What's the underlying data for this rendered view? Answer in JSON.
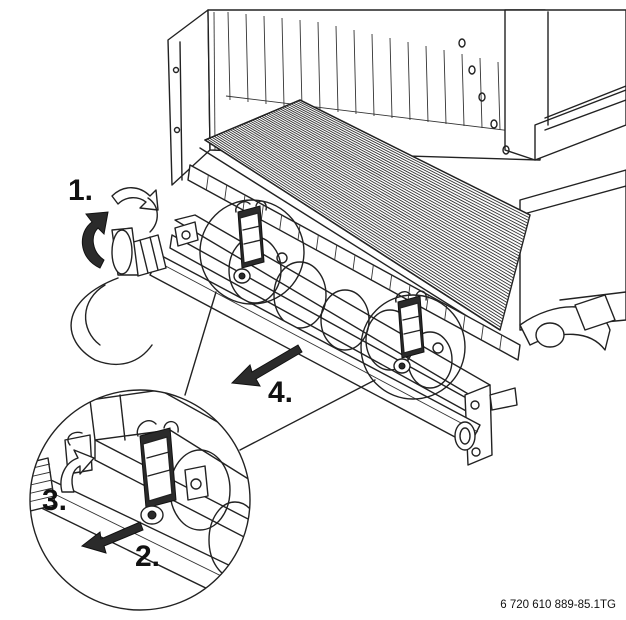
{
  "diagram": {
    "steps": [
      {
        "id": "step-1",
        "label": "1."
      },
      {
        "id": "step-2",
        "label": "2."
      },
      {
        "id": "step-3",
        "label": "3."
      },
      {
        "id": "step-4",
        "label": "4."
      }
    ],
    "caption": "6 720 610 889-85.1TG"
  }
}
